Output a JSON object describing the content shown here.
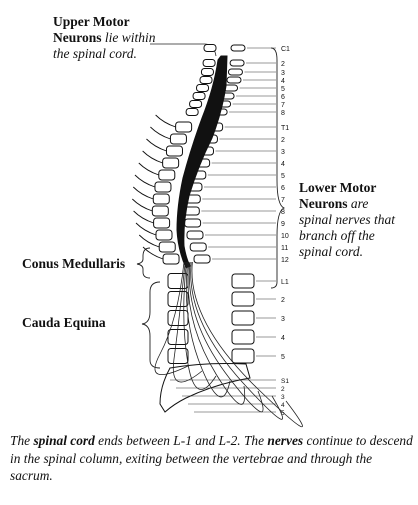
{
  "labels": {
    "upper_motor": {
      "title_line1": "Upper Motor",
      "title_line2": "Neurons",
      "desc_line2": " lie within",
      "desc_line3": "the spinal cord."
    },
    "lower_motor": {
      "title_line1": "Lower Motor",
      "title_line2": "Neurons",
      "desc_line2": " are",
      "desc_line3": "spinal nerves that",
      "desc_line4": "branch off the",
      "desc_line5": "spinal cord."
    },
    "conus": "Conus Medullaris",
    "cauda": "Cauda Equina"
  },
  "vertebra_labels": [
    "C1",
    "2",
    "3",
    "4",
    "5",
    "6",
    "7",
    "8",
    "T1",
    "2",
    "3",
    "4",
    "5",
    "6",
    "7",
    "8",
    "9",
    "10",
    "11",
    "12",
    "L1",
    "2",
    "3",
    "4",
    "5",
    "S1",
    "2",
    "3",
    "4",
    "5"
  ],
  "caption": {
    "p1": "The ",
    "b1": "spinal cord",
    "p2": " ends between L-1 and L-2.  The ",
    "b2": "nerves",
    "p3": " continue to descend in the spinal column, exiting between the vertebrae and through the sacrum."
  }
}
